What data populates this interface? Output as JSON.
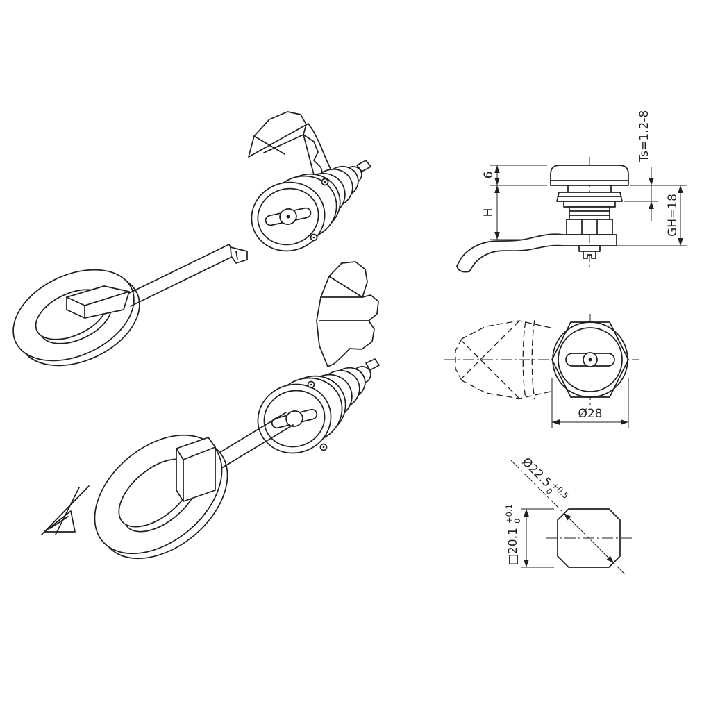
{
  "sheet": {
    "background": "#ffffff",
    "ink": "#1f1f1f",
    "kind": "technical-drawing-cam-lock-with-key"
  },
  "views": {
    "side": {
      "dims": {
        "cap_height": "6",
        "body_height": "H",
        "clamp_range": "Ts=1.2-8",
        "grip_height": "GH=18"
      }
    },
    "front": {
      "dims": {
        "head_diameter": "Ø28"
      }
    },
    "cutout": {
      "dims": {
        "corner_diameter": "Ø22.5",
        "corner_tol_upper": "+0.5",
        "corner_tol_lower": "0",
        "flat_size": "□20.1",
        "flat_tol_upper": "+0.1",
        "flat_tol_lower": "0"
      }
    }
  }
}
